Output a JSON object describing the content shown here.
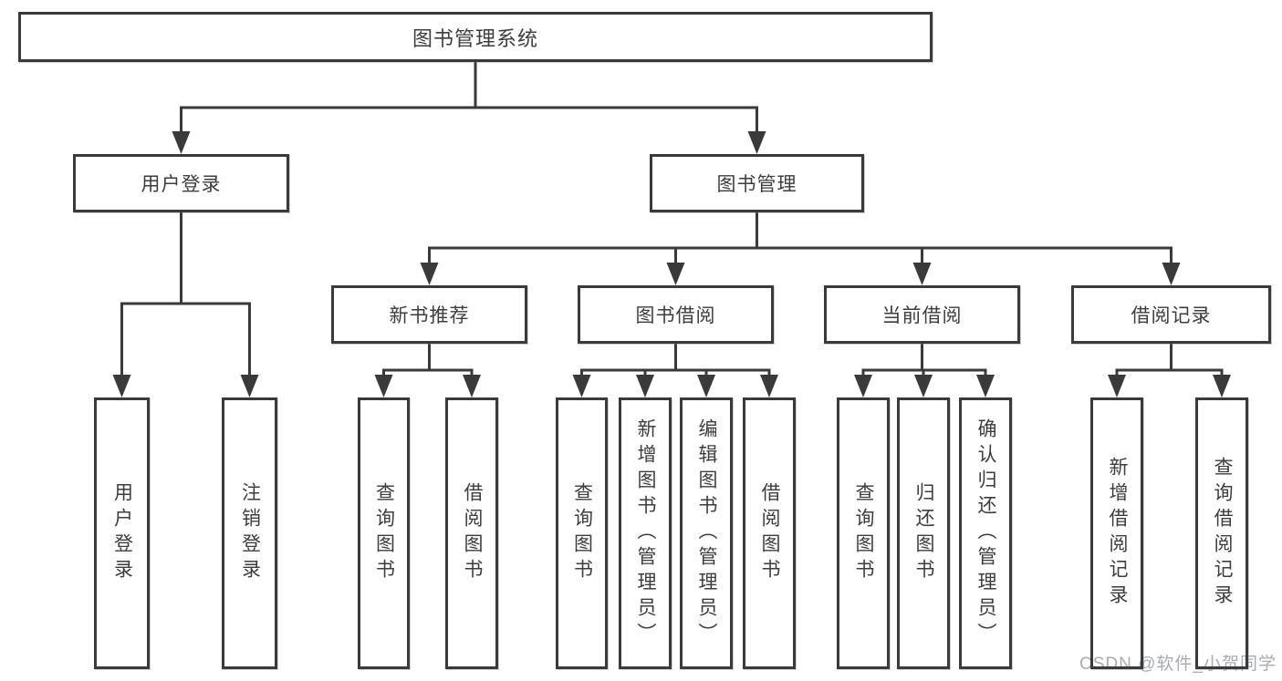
{
  "diagram": {
    "root": {
      "label": "图书管理系统"
    },
    "user_login": {
      "label": "用户登录",
      "leaves": [
        "用户登录",
        "注销登录"
      ]
    },
    "book_management": {
      "label": "图书管理",
      "groups": [
        {
          "label": "新书推荐",
          "leaves": [
            "查询图书",
            "借阅图书"
          ]
        },
        {
          "label": "图书借阅",
          "leaves": [
            "查询图书",
            "新增图书（管理员）",
            "编辑图书（管理员）",
            "借阅图书"
          ]
        },
        {
          "label": "当前借阅",
          "leaves": [
            "查询图书",
            "归还图书",
            "确认归还（管理员）"
          ]
        },
        {
          "label": "借阅记录",
          "leaves": [
            "新增借阅记录",
            "查询借阅记录"
          ]
        }
      ]
    }
  },
  "watermark": {
    "text": "CSDN @软件_小贺同学"
  },
  "colors": {
    "line": "#3a3a3a",
    "box_border": "#3a3a3a",
    "text": "#3d3d3d",
    "watermark": "#9ea3aa",
    "background": "#ffffff"
  }
}
